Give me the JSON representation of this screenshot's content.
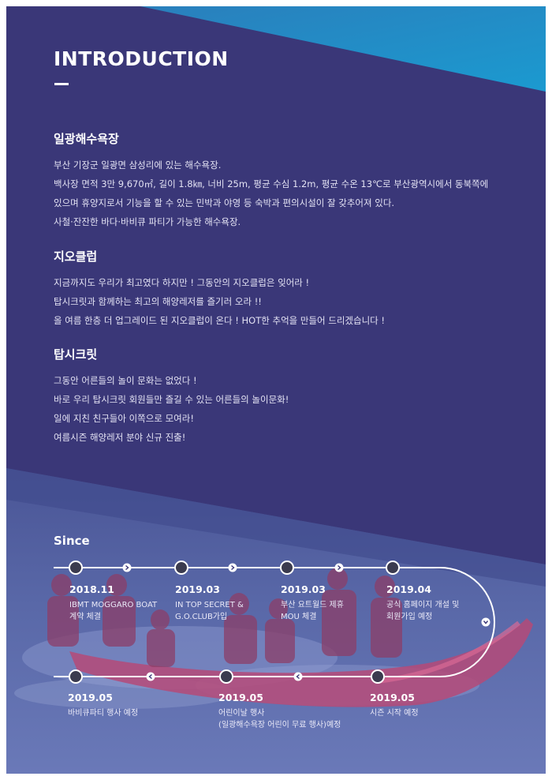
{
  "title": "INTRODUCTION",
  "colors": {
    "page_bg": "#3a3778",
    "accent_teal": "#1d88c5",
    "water": "#5a6aa8",
    "text": "#ffffff"
  },
  "sections": [
    {
      "heading": "일광해수욕장",
      "lines": [
        "부산 기장군 일광면 삼성리에 있는 해수욕장.",
        "백사장 면적 3만 9,670㎡, 길이 1.8㎞, 너비 25m, 평균 수심 1.2m, 평균 수온 13℃로 부산광역시에서 동북쪽에",
        "있으며 휴양지로서 기능을 할 수 있는 민박과 야영 등 숙박과 편의시설이 잘 갖추어져 있다.",
        "사철·잔잔한 바다·바비큐 파티가 가능한 해수욕장."
      ]
    },
    {
      "heading": "지오클럽",
      "lines": [
        "지금까지도 우리가 최고였다 하지만 ! 그동안의 지오클럽은 잊어라 !",
        "탑시크릿과 함께하는 최고의 해양레저를 즐기러 오라 !!",
        "올 여름 한층 더 업그레이드 된 지오클럽이 온다 ! HOT한 추억을 만들어 드리겠습니다 !"
      ]
    },
    {
      "heading": "탑시크릿",
      "lines": [
        "그동안 어른들의 놀이 문화는 없었다 !",
        "바로 우리 탑시크릿 회원들만 즐길 수 있는 어른들의 놀이문화!",
        "일에 지친 친구들아 이쪽으로 모여라!",
        "여름시즌 해양레저 분야 신규 진출!"
      ]
    }
  ],
  "timeline": {
    "label": "Since",
    "events": [
      {
        "date": "2018.11",
        "desc": [
          "IBMT MOGGARO BOAT",
          "계약 체결"
        ]
      },
      {
        "date": "2019.03",
        "desc": [
          "IN TOP SECRET &",
          "G.O.CLUB가입"
        ]
      },
      {
        "date": "2019.03",
        "desc": [
          "부산 요트월드 제휴",
          "MOU 체결"
        ]
      },
      {
        "date": "2019.04",
        "desc": [
          "공식 홈페이지 개설 및",
          "회원가입 예정"
        ]
      },
      {
        "date": "2019.05",
        "desc": [
          "시즌 시작 예정"
        ]
      },
      {
        "date": "2019.05",
        "desc": [
          "어린이날 행사",
          "(일광해수욕장 어린이 무료 행사)예정"
        ]
      },
      {
        "date": "2019.05",
        "desc": [
          "바비큐파티 행사 예정"
        ]
      }
    ]
  }
}
